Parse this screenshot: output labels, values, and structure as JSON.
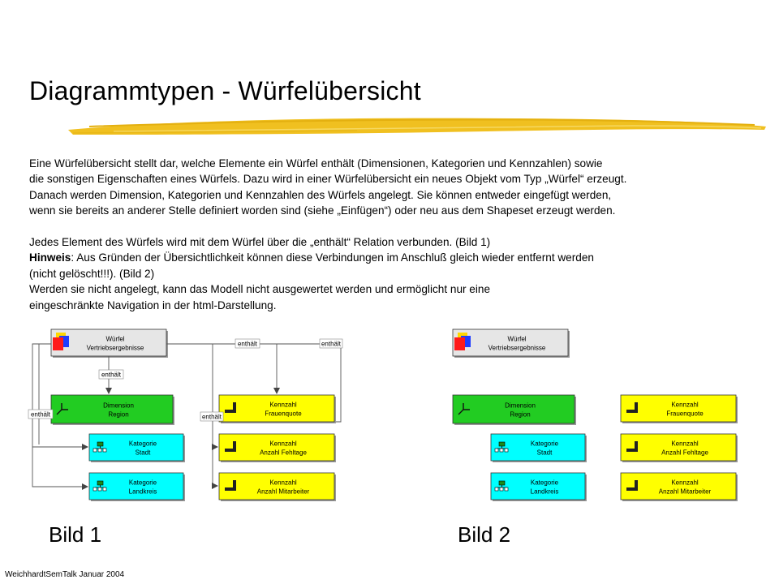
{
  "slide": {
    "title": "Diagrammtypen - Würfelübersicht",
    "paragraphs": [
      "Eine Würfelübersicht stellt dar, welche Elemente ein Würfel enthält (Dimensionen, Kategorien und Kennzahlen) sowie",
      "die sonstigen Eigenschaften eines Würfels. Dazu wird in einer Würfelübersicht ein neues Objekt vom Typ „Würfel“ erzeugt.",
      "Danach werden Dimension, Kategorien und Kennzahlen des Würfels angelegt. Sie können entweder eingefügt werden,",
      "wenn sie bereits an anderer Stelle definiert worden sind (siehe „Einfügen“) oder neu aus dem Shapeset erzeugt werden.",
      "Jedes Element des Würfels wird mit dem Würfel über die „enthält“ Relation verbunden. (Bild 1)",
      "Aus Gründen der Übersichtlichkeit können diese Verbindungen im Anschluß gleich wieder entfernt werden",
      "(nicht gelöscht!!!). (Bild 2)",
      "Werden sie nicht angelegt, kann das Modell nicht ausgewertet werden und ermöglicht nur eine",
      "eingeschränkte Navigation in der html-Darstellung."
    ],
    "hint_label": "Hinweis",
    "hint_colon": ":",
    "footer": "WeichhardtSemTalk Januar 2004",
    "colors": {
      "stroke": "#f0c020",
      "dimension": "#22cc22",
      "kategorie": "#00ffff",
      "kennzahl": "#ffff00",
      "wuerfel": "#e6e6e6"
    }
  },
  "diagrams": [
    {
      "caption": "Bild 1",
      "wuerfel": {
        "line1": "Würfel",
        "line2": "Vertriebsergebnisse"
      },
      "dimension": {
        "line1": "Dimension",
        "line2": "Region"
      },
      "kategorien": [
        {
          "line1": "Kategorie",
          "line2": "Stadt"
        },
        {
          "line1": "Kategorie",
          "line2": "Landkreis"
        }
      ],
      "kennzahlen": [
        {
          "line1": "Kennzahl",
          "line2": "Frauenquote"
        },
        {
          "line1": "Kennzahl",
          "line2": "Anzahl Fehltage"
        },
        {
          "line1": "Kennzahl",
          "line2": "Anzahl Mitarbeiter"
        }
      ],
      "relation_labels": [
        "enthält",
        "enthält",
        "enthält",
        "enthält",
        "enthält"
      ]
    },
    {
      "caption": "Bild 2",
      "wuerfel": {
        "line1": "Würfel",
        "line2": "Vertriebsergebnisse"
      },
      "dimension": {
        "line1": "Dimension",
        "line2": "Region"
      },
      "kategorien": [
        {
          "line1": "Kategorie",
          "line2": "Stadt"
        },
        {
          "line1": "Kategorie",
          "line2": "Landkreis"
        }
      ],
      "kennzahlen": [
        {
          "line1": "Kennzahl",
          "line2": "Frauenquote"
        },
        {
          "line1": "Kennzahl",
          "line2": "Anzahl Fehltage"
        },
        {
          "line1": "Kennzahl",
          "line2": "Anzahl Mitarbeiter"
        }
      ]
    }
  ]
}
